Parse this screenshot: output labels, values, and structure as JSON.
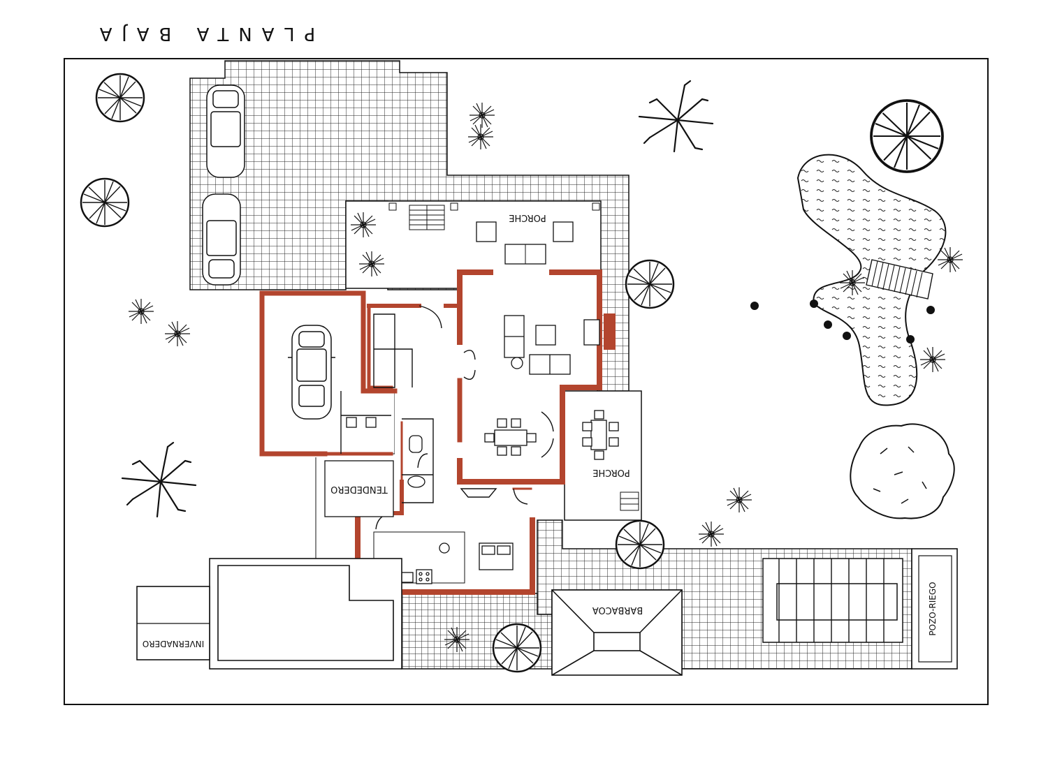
{
  "title": "PLANTA BAJA",
  "labels": {
    "porche_top": "PORCHE",
    "porche_right": "PORCHE",
    "tendedero": "TENDEDERO",
    "inverandero": "INVERNADERO",
    "barbacoa": "BARBACOA",
    "pozo_riego": "POZO-RIEGO"
  },
  "colors": {
    "wall": "#b3452e",
    "line": "#111111",
    "background": "#ffffff"
  },
  "orientation": "rotated-180"
}
